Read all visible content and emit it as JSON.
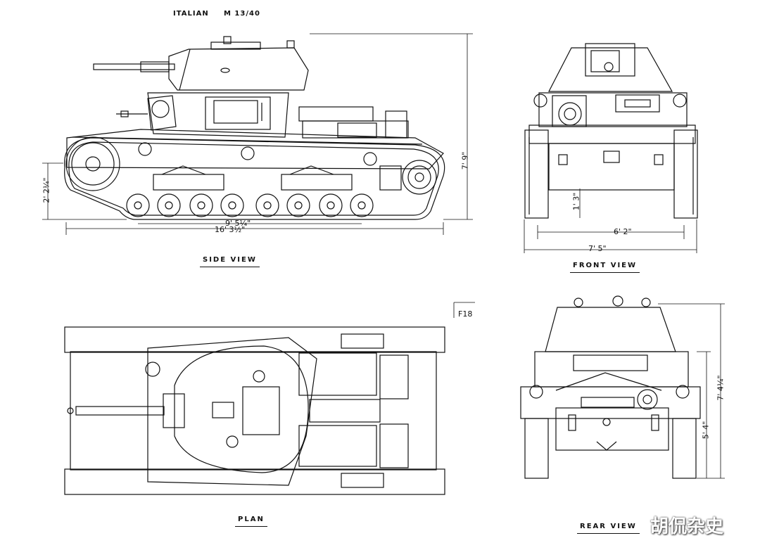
{
  "drawing": {
    "title_nation": "ITALIAN",
    "title_model": "M 13/40",
    "sheet_ref": "F18"
  },
  "views": {
    "side": "SIDE VIEW",
    "front": "FRONT VIEW",
    "plan": "PLAN",
    "rear": "REAR VIEW"
  },
  "dimensions": {
    "height_overall": "7' 9\"",
    "track_height": "2' 2¼\"",
    "track_contact": "9' 5¼\"",
    "length_overall": "16' 3½\"",
    "ground_clearance": "1' 3\"",
    "track_centres": "6' 2\"",
    "width_overall": "7' 5\"",
    "rear_height_overall": "7' 4¼\"",
    "rear_height_hull": "5' 4\""
  },
  "watermark": "胡侃杂史",
  "colors": {
    "ink": "#111111",
    "paper": "#ffffff"
  }
}
